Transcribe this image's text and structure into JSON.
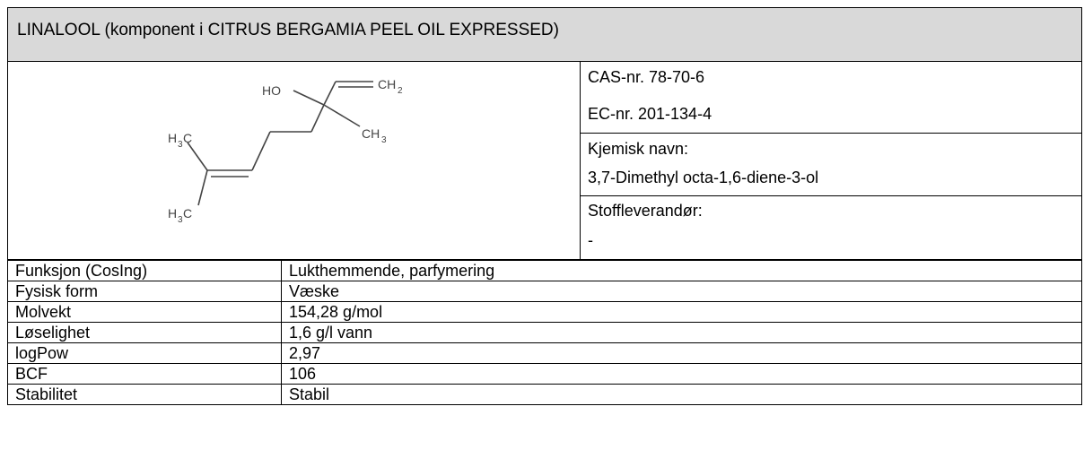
{
  "header": {
    "title": "LINALOOL (komponent i CITRUS BERGAMIA PEEL OIL EXPRESSED)"
  },
  "structure": {
    "labels": {
      "ho": "HO",
      "ch2_main": "CH",
      "ch2_sub": "2",
      "ch3_right_main": "CH",
      "ch3_right_sub": "3",
      "h3c_top_h": "H",
      "h3c_top_sub": "3",
      "h3c_top_c": "C",
      "h3c_bottom_h": "H",
      "h3c_bottom_sub": "3",
      "h3c_bottom_c": "C"
    }
  },
  "info": {
    "cas": "CAS-nr. 78-70-6",
    "ec": "EC-nr. 201-134-4",
    "chemical_name_label": "Kjemisk navn:",
    "chemical_name": "3,7-Dimethyl octa-1,6-diene-3-ol",
    "supplier_label": "Stoffleverandør:",
    "supplier": "-"
  },
  "properties": [
    {
      "key": "Funksjon (CosIng)",
      "value": "Lukthemmende, parfymering"
    },
    {
      "key": "Fysisk form",
      "value": "Væske"
    },
    {
      "key": "Molvekt",
      "value": "154,28 g/mol"
    },
    {
      "key": "Løselighet",
      "value": "1,6 g/l vann"
    },
    {
      "key": "logPow",
      "value": "2,97"
    },
    {
      "key": "BCF",
      "value": "106"
    },
    {
      "key": "Stabilitet",
      "value": "Stabil"
    }
  ]
}
